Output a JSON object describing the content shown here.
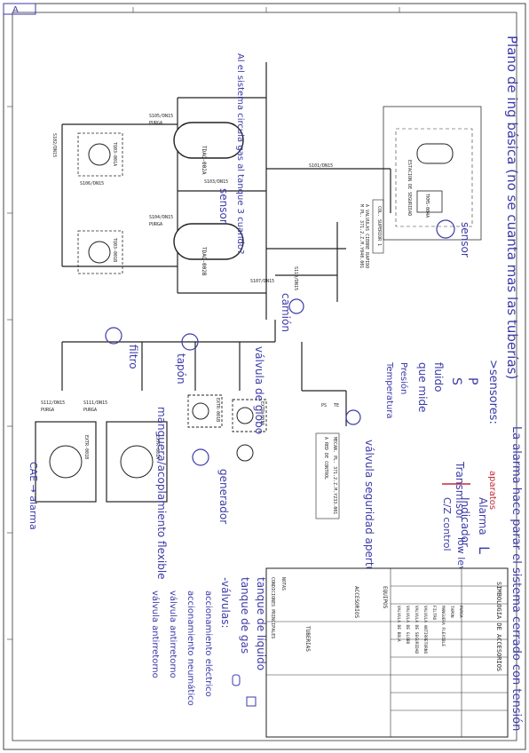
{
  "sheet_mark": "A",
  "handwritten": {
    "title_line": "Plano de ing básica (no se cuanta mas las tuberías)",
    "right_line": "La alarma hace parar el sistema cerrado con tensión",
    "sensores_title": ">sensores:",
    "sensor_p": "P",
    "sensor_s": "S",
    "fluido": "fluido",
    "que_mide": "que mide",
    "presion": "Presión",
    "temperatura": "Temperatura",
    "aparatos": "aparatos",
    "transmisor": "Transmisor",
    "alarma": "Alarma",
    "indicador": "Indicador",
    "control": "C/Z control",
    "letter_l": "L",
    "low_level": "low level",
    "valvula_seguridad": "válvula seguridad apertura a cierta presión",
    "valvula_globo": "válvula de globo",
    "filtro": "filtro",
    "tapón": "tapón",
    "manguera": "manguera/acoplamiento flexible",
    "generador": "generador",
    "camion": "camión",
    "circuito_gas": "Al el sistema circula gas al tanque 3 cuando?",
    "cae_alarma": "CAE → alarma",
    "tanque_liquido": "tanque de líquido",
    "tanque_gas": "tanque de gas",
    "valvulas_title": "-válvulas:",
    "v1": "accionamiento eléctrico",
    "v2": "accionamiento neumático",
    "v3": "válvula antirretorno",
    "v4": "válvula antirretorno",
    "sensor_label": "sensor",
    "sensor_label2": "sensor"
  },
  "drawing": {
    "zone_label": "ESTACION DE SEGURIDAD",
    "tank_top": "TDAQ-002A",
    "tank_bottom": "TDAQ-002B",
    "tank_seg": "TKMS-004A",
    "pump_top": "TQ03-001A",
    "pump_bottom": "TQ03-001B",
    "gen_left": "EXTR-001B",
    "gen_right": "EXTR-001A",
    "vap_a": "EXTR-001A",
    "vap_b": "EXTR-001B",
    "line_s101": "S101/DN15",
    "line_s102": "S102/DN15",
    "line_s103": "S103/DN15",
    "line_s104": "S104/DN15",
    "line_s105": "S105/DN15",
    "line_s106": "S106/DN15",
    "line_s107": "S107/DN15",
    "line_s110": "S110/DN15",
    "line_s111": "S111/DN15",
    "line_s112": "S112/DN15",
    "purga": "PURGA",
    "purga2": "PURGA",
    "purga3": "PURGA",
    "purga4": "PURGA",
    "valves_note": "A VALVULAS CIERRE RAPIDO",
    "valves_note2": "M PL. 371.2.Z.M.Y040.001",
    "control_note": "A RED DE CONTROL",
    "control_note2": "MECAN. PL. 371.2.Z.M.Y233.001",
    "col_superior": "COL. SUPERIOR 1",
    "tag_ps": "PS",
    "tag_te": "TE"
  },
  "legend": {
    "title": "SIMBOLOGIA DE ACCESORIOS",
    "equipos": "EQUIPOS",
    "accesorios": "ACCESORIOS",
    "tuberias": "TUBERIAS",
    "notas": "NOTAS",
    "condiciones": "CONDICIONES PRINCIPALES",
    "rows": [
      "VALVULA DE BOLA",
      "VALVULA DE GLOBO",
      "VALVULA DE SEGURIDAD",
      "VALVULA ANTIRRETORNO",
      "FILTRO",
      "MANGUERA FLEXIBLE",
      "TAPON",
      "PURGA"
    ]
  }
}
